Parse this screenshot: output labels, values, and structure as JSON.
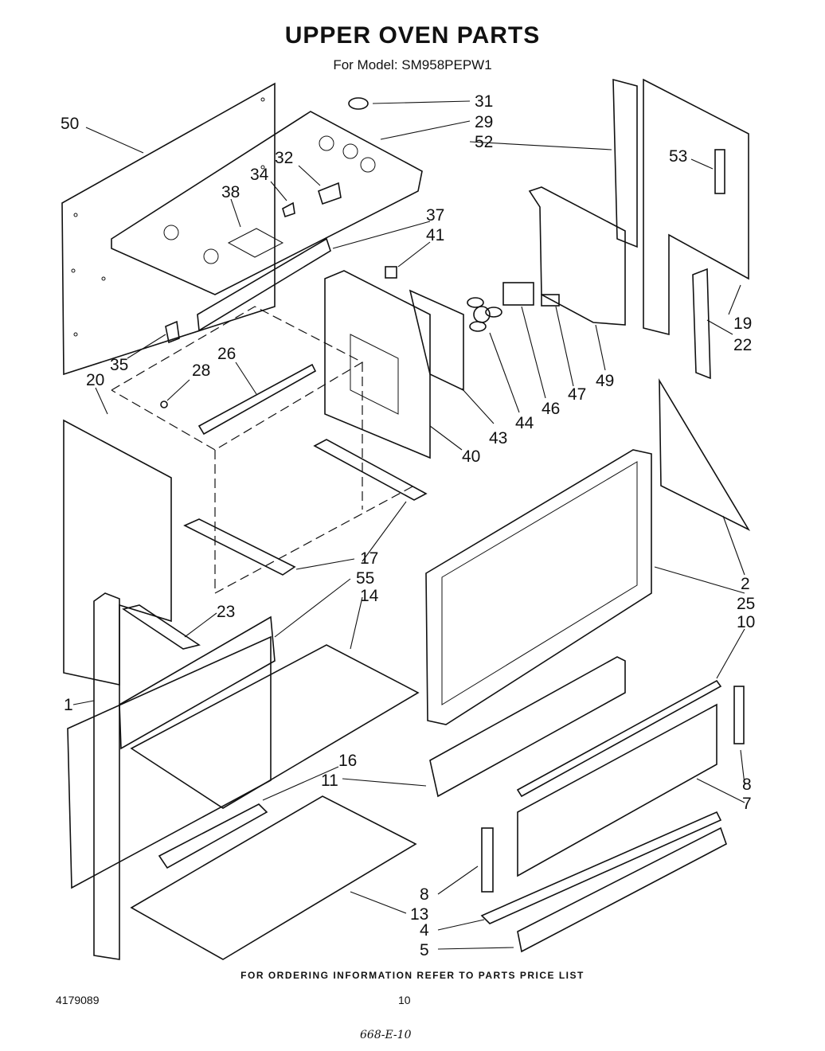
{
  "header": {
    "title": "UPPER OVEN PARTS",
    "model_line": "For Model: SM958PEPW1"
  },
  "callouts": [
    "31",
    "29",
    "52",
    "50",
    "53",
    "32",
    "34",
    "38",
    "37",
    "41",
    "35",
    "20",
    "28",
    "26",
    "19",
    "22",
    "49",
    "47",
    "46",
    "44",
    "43",
    "40",
    "17",
    "55",
    "14",
    "2",
    "25",
    "10",
    "23",
    "1",
    "16",
    "11",
    "8",
    "7",
    "13",
    "4",
    "5"
  ],
  "footer": {
    "ordering_note": "FOR ORDERING INFORMATION REFER TO PARTS PRICE LIST",
    "doc_number": "4179089",
    "page_number": "10",
    "handwritten_note": "668-E-10"
  }
}
